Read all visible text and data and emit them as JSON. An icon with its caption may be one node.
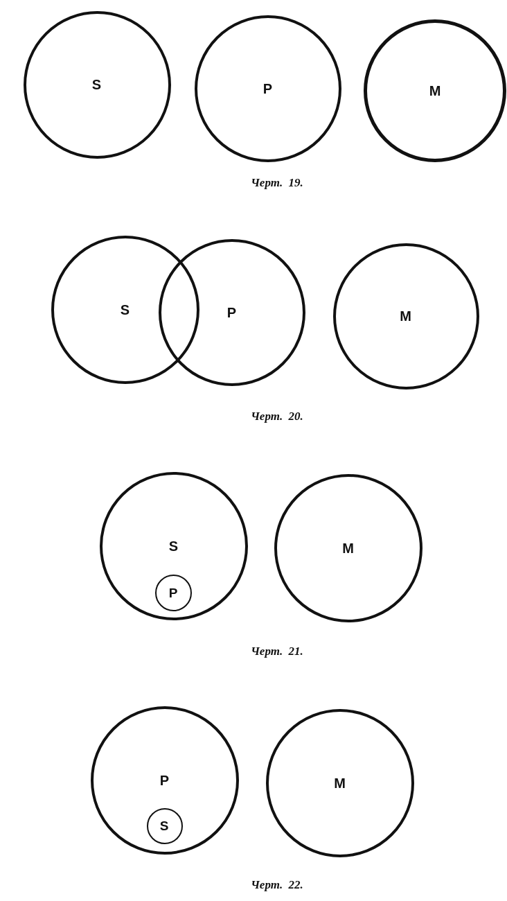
{
  "diagram": {
    "nodes": [
      {
        "text": [
          "S"
        ]
      },
      {
        "text": [
          "P"
        ]
      },
      {
        "text": [
          "M"
        ]
      },
      {
        "text": [
          "S"
        ]
      },
      {
        "text": [
          "P"
        ]
      },
      {
        "text": [
          "M"
        ]
      },
      {
        "text": [
          "S"
        ]
      },
      {
        "text": [
          "P"
        ],
        "in": 6
      },
      {
        "text": [
          "M"
        ]
      },
      {
        "text": [
          "P"
        ]
      },
      {
        "text": [
          "S"
        ],
        "in": 9
      },
      {
        "text": [
          "M"
        ]
      }
    ],
    "labels": [
      "Черт. 19.",
      "Черт. 20.",
      "Черт. 21.",
      "Черт. 22."
    ]
  }
}
